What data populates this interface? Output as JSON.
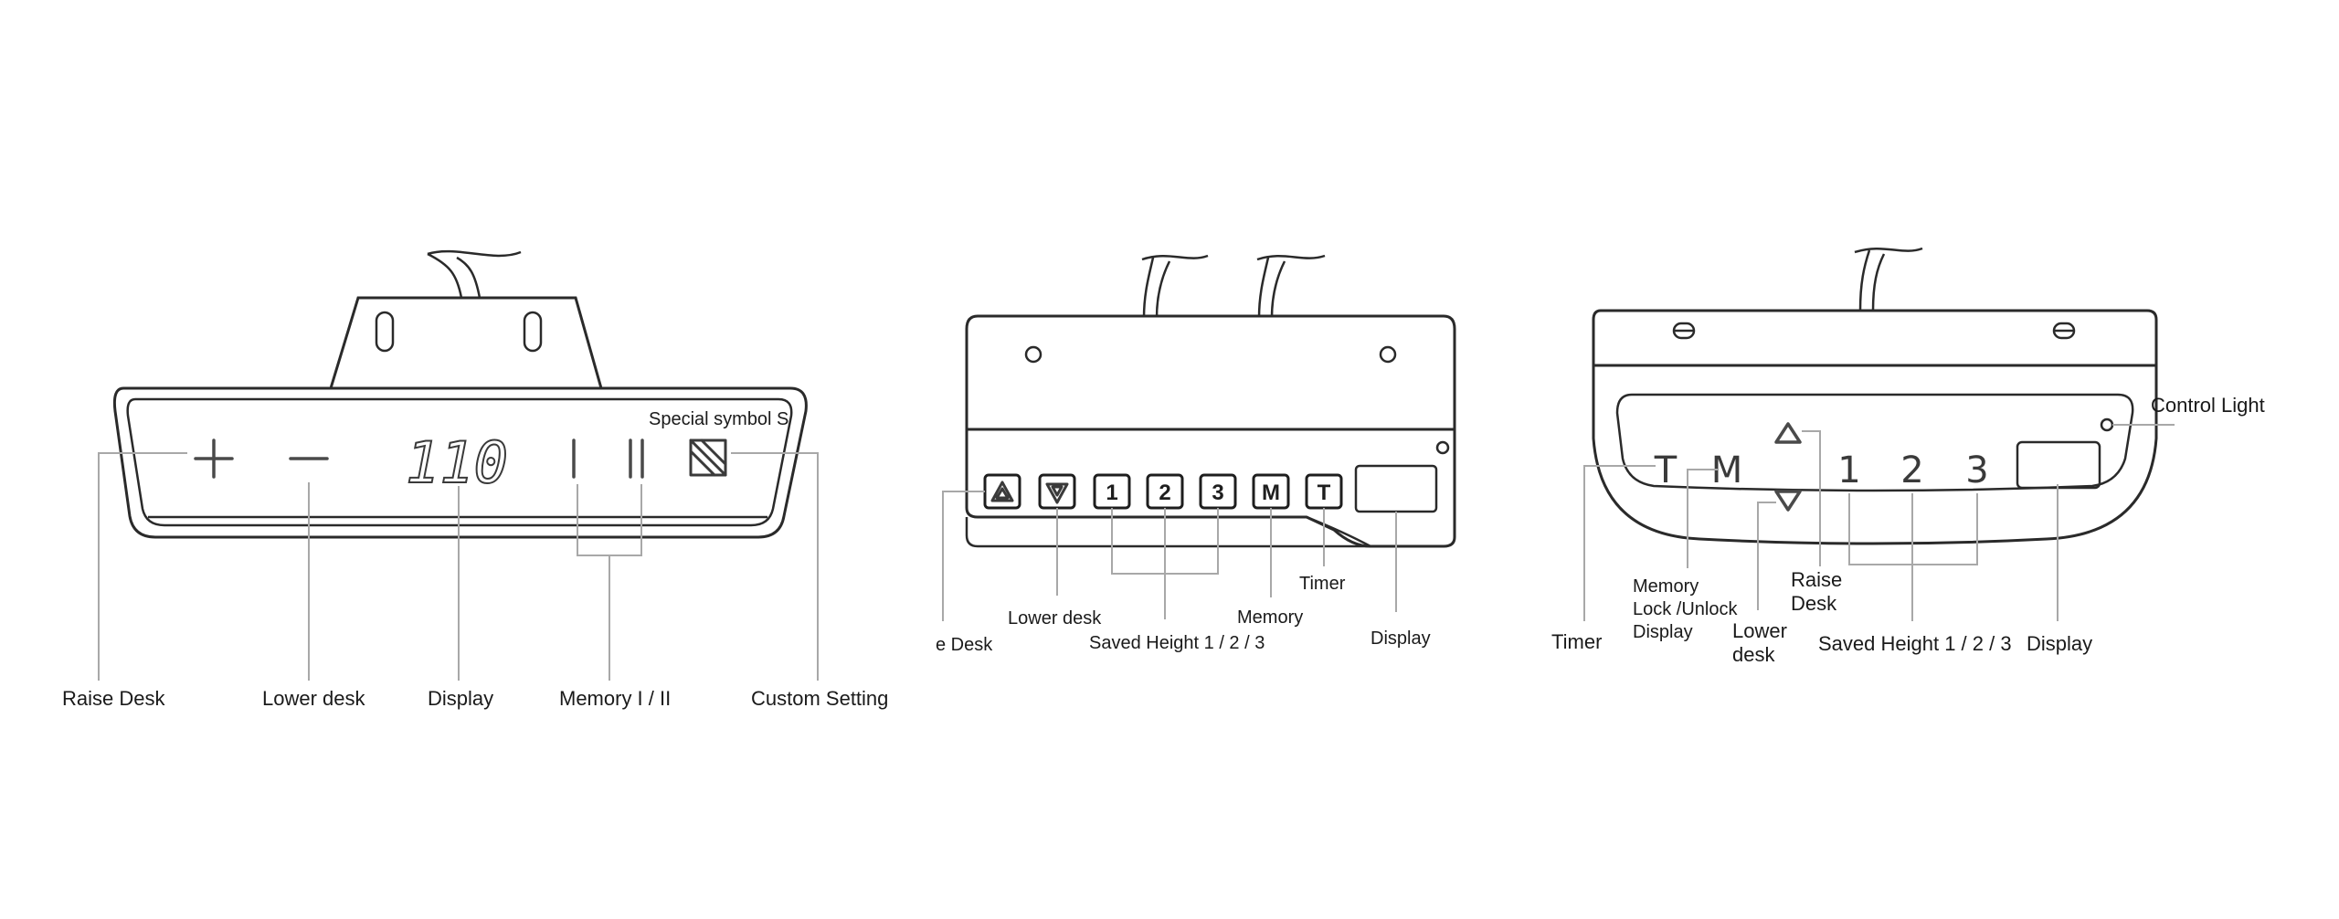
{
  "controller_1": {
    "display_reading": "110",
    "callout_special": "Special symbol S",
    "labels": {
      "raise": "Raise Desk",
      "lower": "Lower desk",
      "display": "Display",
      "memory": "Memory I / II",
      "custom": "Custom Setting"
    }
  },
  "controller_2": {
    "keys": [
      "1",
      "2",
      "3",
      "M",
      "T"
    ],
    "labels": {
      "raise": "e Desk",
      "lower": "Lower desk",
      "saved": "Saved Height 1 / 2 / 3",
      "memory": "Memory",
      "timer": "Timer",
      "display": "Display"
    }
  },
  "controller_3": {
    "keys": {
      "timer": "T",
      "memory": "M",
      "h1": "1",
      "h2": "2",
      "h3": "3"
    },
    "labels": {
      "control_light": "Control Light",
      "memory_line1": "Memory",
      "memory_line2": "Lock /Unlock",
      "memory_line3": "Display",
      "raise_line1": "Raise",
      "raise_line2": "Desk",
      "timer": "Timer",
      "lower_line1": "Lower",
      "lower_line2": "desk",
      "saved": "Saved Height 1 / 2 / 3",
      "display": "Display"
    }
  }
}
